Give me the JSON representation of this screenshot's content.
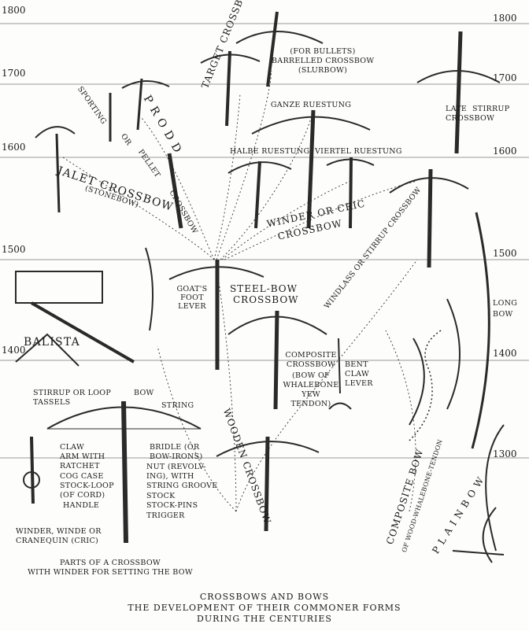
{
  "years": [
    "1800",
    "1700",
    "1600",
    "1500",
    "1400",
    "1300"
  ],
  "labels": {
    "for_bullets": "(FOR BULLETS)",
    "barrelled": "BARRELLED CROSSBOW",
    "slurbow": "(SLURBOW)",
    "target": "TARGET CROSSBOW",
    "sporting": "SPORTING",
    "or": "OR",
    "pellet": "PELLET",
    "prodd": "P R O D D",
    "crossbow_small": "CROSSBOW",
    "ganze": "GANZE RUESTUNG",
    "late": "LATE",
    "stirrup": "STIRRUP",
    "crossbow_late": "CROSSBOW",
    "halbe": "HALBE RUESTUNG",
    "viertel": "VIERTEL RUESTUNG",
    "jalet": "JALET CROSSBOW",
    "stonebow": "(STONEBOW)",
    "winder_cric": "WINDER OR CRIC",
    "crossbow_w": "CROSSBOW",
    "windlass": "WINDLASS OR STIRRUP CROSSBOW",
    "goats": "GOAT'S",
    "foot": "FOOT",
    "lever": "LEVER",
    "steel1": "STEEL-BOW",
    "steel2": "CROSSBOW",
    "long": "LONG",
    "bow": "BOW",
    "balista": "BALISTA",
    "comp1": "COMPOSITE",
    "comp2": "CROSSBOW",
    "comp3": "(BOW OF",
    "comp4": "WHALEBONE",
    "comp5": "YEW",
    "comp6": "TENDON)",
    "bent": "BENT",
    "claw": "CLAW",
    "lever2": "LEVER",
    "wooden": "WOODEN CROSSBOW",
    "composite_bow": "COMPOSITE BOW",
    "of_wood": "OF WOOD-WHALEBONE-TENDON",
    "plain": "P L A I N   B O W"
  },
  "parts": {
    "stirrup_loop": "STIRRUP OR LOOP",
    "tassels": "TASSELS",
    "bow": "BOW",
    "string": "STRING",
    "claw": "CLAW",
    "arm_ratchet": "ARM WITH",
    "ratchet": "RATCHET",
    "cog_case": "COG CASE",
    "stock_loop": "STOCK-LOOP",
    "of_cord": "(OF CORD)",
    "handle": "HANDLE",
    "bridle1": "BRIDLE (OR",
    "bridle2": "BOW-IRONS)",
    "nut1": "NUT (REVOLV-",
    "nut2": "ING), WITH",
    "nut3": "STRING GROOVE",
    "stock": "STOCK",
    "stock_pins": "STOCK-PINS",
    "trigger": "TRIGGER",
    "winder1": "WINDER, WINDE OR",
    "winder2": "CRANEQUIN (CRIC)",
    "parts1": "PARTS OF A CROSSBOW",
    "parts2": "WITH WINDER FOR SETTING THE BOW"
  },
  "caption": {
    "line1": "CROSSBOWS AND BOWS",
    "line2": "THE DEVELOPMENT OF THEIR COMMONER FORMS",
    "line3": "DURING THE CENTURIES"
  }
}
